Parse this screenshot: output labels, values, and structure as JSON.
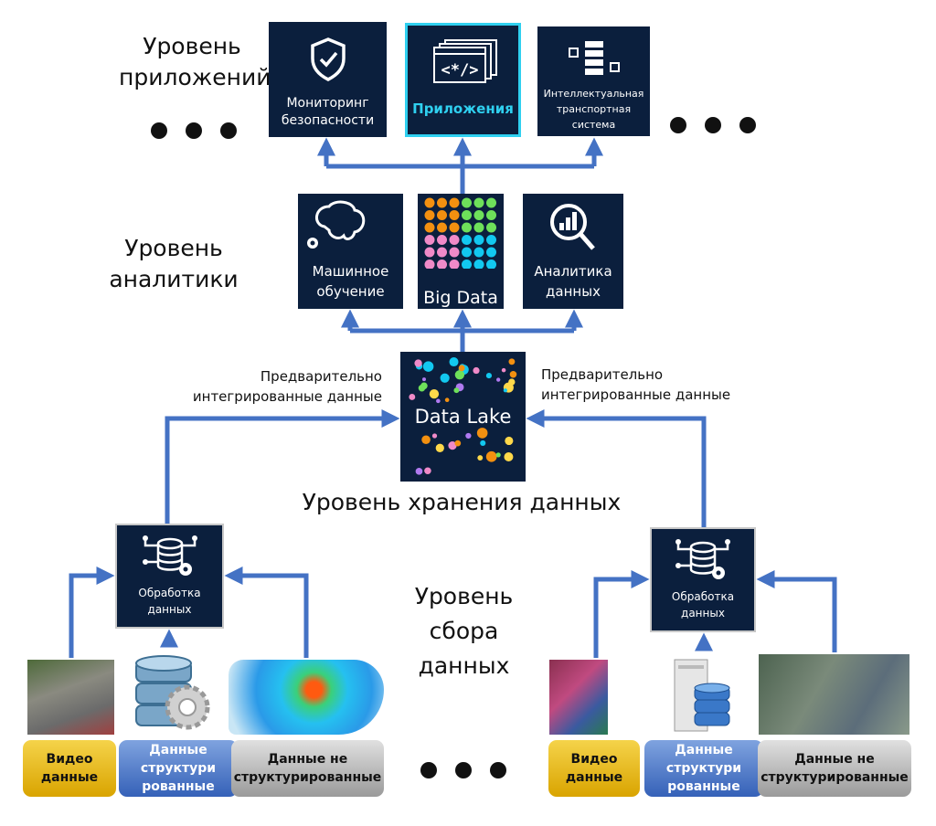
{
  "levels": {
    "applications": [
      "Уровень",
      "приложений"
    ],
    "analytics": [
      "Уровень",
      "аналитики"
    ],
    "storage": "Уровень хранения данных",
    "collection": [
      "Уровень",
      "сбора",
      "данных"
    ]
  },
  "applications": [
    {
      "label": "Мониторинг безопасности",
      "icon": "shield-check-icon"
    },
    {
      "label": "Приложения",
      "icon": "code-windows-icon",
      "highlight": "#2fd0f0"
    },
    {
      "label": "Интеллектуальная транспортная система",
      "icon": "flowchart-icon"
    }
  ],
  "analytics": [
    {
      "label": "Машинное обучение",
      "icon": "brain-gear-icon"
    },
    {
      "label": "Big Data",
      "icon": "dot-grid-icon"
    },
    {
      "label": "Аналитика данных",
      "icon": "magnifier-chart-icon"
    }
  ],
  "storage": {
    "label": "Data Lake",
    "note_left": "Предварительно интегрированные данные",
    "note_right": "Предварительно интегрированные данные"
  },
  "processing": {
    "label": "Обработка данных",
    "icon": "database-gear-icon"
  },
  "sources_left": [
    {
      "label": "Видео данные",
      "color": "#e8b800"
    },
    {
      "label": "Данные структури рованные",
      "color": "#4a74c6"
    },
    {
      "label": "Данные не структурированные",
      "color": "#b0b0b0"
    }
  ],
  "sources_right": [
    {
      "label": "Видео данные",
      "color": "#e8b800"
    },
    {
      "label": "Данные структури рованные",
      "color": "#4a74c6"
    },
    {
      "label": "Данные не структурированные",
      "color": "#b0b0b0"
    }
  ],
  "colors": {
    "arrow": "#4472c4",
    "box": "#0b1f3d"
  }
}
